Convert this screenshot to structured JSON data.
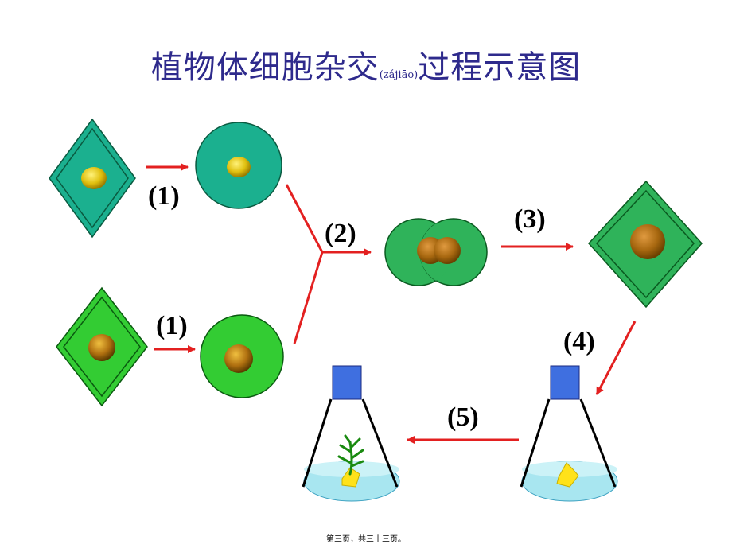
{
  "title": {
    "main": "植物体细胞杂交",
    "pinyin": "(zájiāo)",
    "tail": "过程示意图"
  },
  "steps": {
    "s1a": "(1)",
    "s1b": "(1)",
    "s2": "(2)",
    "s3": "(3)",
    "s4": "(4)",
    "s5": "(5)"
  },
  "footer": "第三页，共三十三页。",
  "colors": {
    "teal_cell": "#1bb08f",
    "green_cell": "#33cc33",
    "hybrid_cell": "#2fb35a",
    "arrow": "#e32020",
    "title": "#2e2a8c",
    "stopper": "#3f6fe0"
  }
}
